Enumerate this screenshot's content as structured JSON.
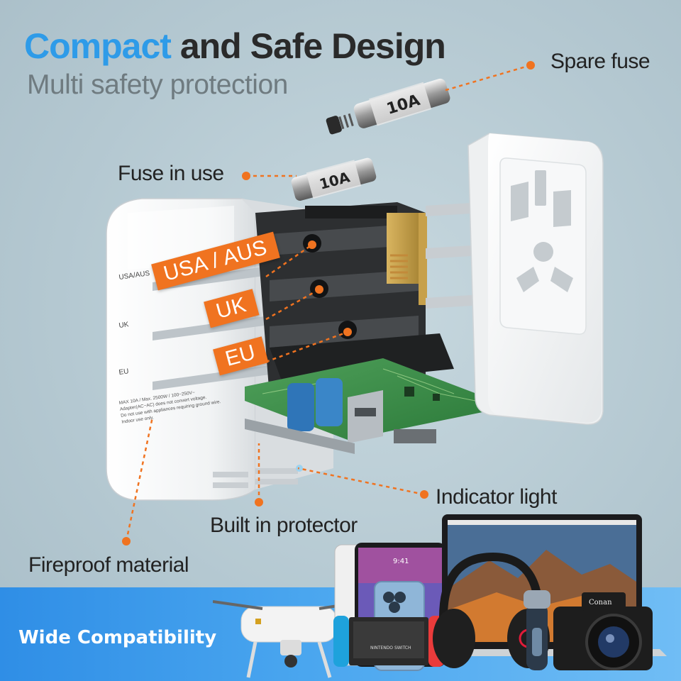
{
  "header": {
    "title_highlight": "Compact",
    "title_rest": "and Safe Design",
    "subtitle": "Multi safety protection"
  },
  "callouts": {
    "spare_fuse": "Spare fuse",
    "fuse_in_use": "Fuse in use",
    "indicator_light": "Indicator light",
    "built_in_protector": "Built in protector",
    "fireproof_material": "Fireproof material"
  },
  "plug_tags": {
    "usa_aus": "USA / AUS",
    "uk": "UK",
    "eu": "EU"
  },
  "adapter_labels": {
    "usa_aus": "USA/AUS",
    "uk": "UK",
    "eu": "EU",
    "rating_line1": "MAX 10A / Max. 2500W / 100~250V~",
    "rating_line2": "Adapter(AC~AC) does not convert voltage.",
    "rating_line3": "Do not use with appliances requiring ground wire.",
    "rating_line4": "Indoor use only."
  },
  "fuse_labels": {
    "spare": "10A",
    "in_use": "10A"
  },
  "footer": {
    "wide_compatibility": "Wide Compatibility"
  },
  "device_labels": {
    "phone_time": "9:41",
    "switch_brand": "NINTENDO SWITCH",
    "camera_brand": "Conan"
  },
  "colors": {
    "accent_blue": "#2e9be8",
    "tag_orange": "#f07320",
    "band_blue": "#3a96e8",
    "title_dark": "#2a2a2a",
    "subtitle_gray": "#6f7b80"
  }
}
